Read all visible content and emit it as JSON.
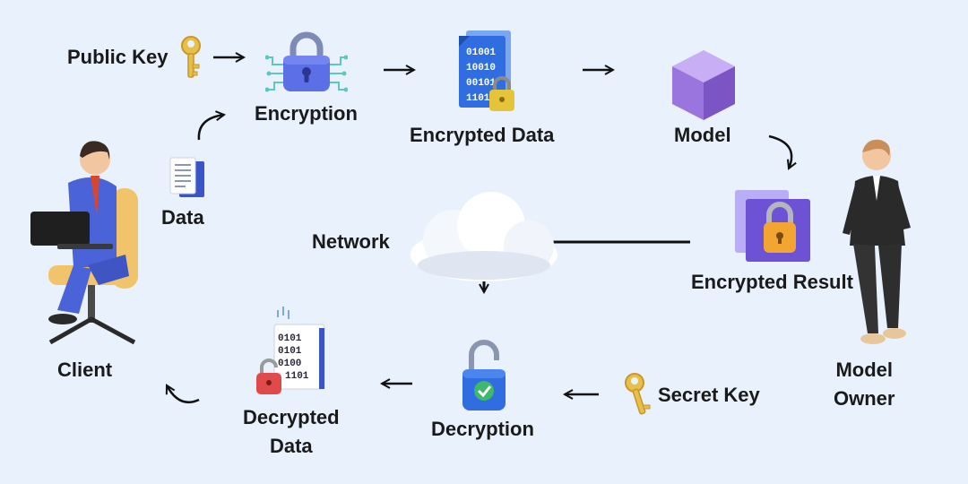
{
  "nodes": {
    "public_key": "Public Key",
    "encryption": "Encryption",
    "encrypted_data": "Encrypted Data",
    "model": "Model",
    "data": "Data",
    "network": "Network",
    "encrypted_result": "Encrypted Result",
    "client": "Client",
    "model_owner_line1": "Model",
    "model_owner_line2": "Owner",
    "decrypted_data_line1": "Decrypted",
    "decrypted_data_line2": "Data",
    "decryption": "Decryption",
    "secret_key": "Secret Key"
  },
  "binary": {
    "encrypted_doc": [
      "01001",
      "10010",
      "00101",
      "1101"
    ],
    "decrypted_doc": [
      "0101",
      "0101",
      "0100",
      "1101"
    ]
  },
  "colors": {
    "background": "#e8f1fc",
    "arrow": "#111111",
    "key_gold": "#e7c04a",
    "lock_blue": "#5c6fe6",
    "doc_blue": "#2f6de0",
    "cube_purple": "#a07be0",
    "lock_orange": "#f2a531",
    "lock_red": "#e04a4a",
    "check_green": "#3fb86b",
    "suit_blue": "#4b63d8",
    "suit_black": "#2a2a2a",
    "chair_yellow": "#f1c36a"
  }
}
